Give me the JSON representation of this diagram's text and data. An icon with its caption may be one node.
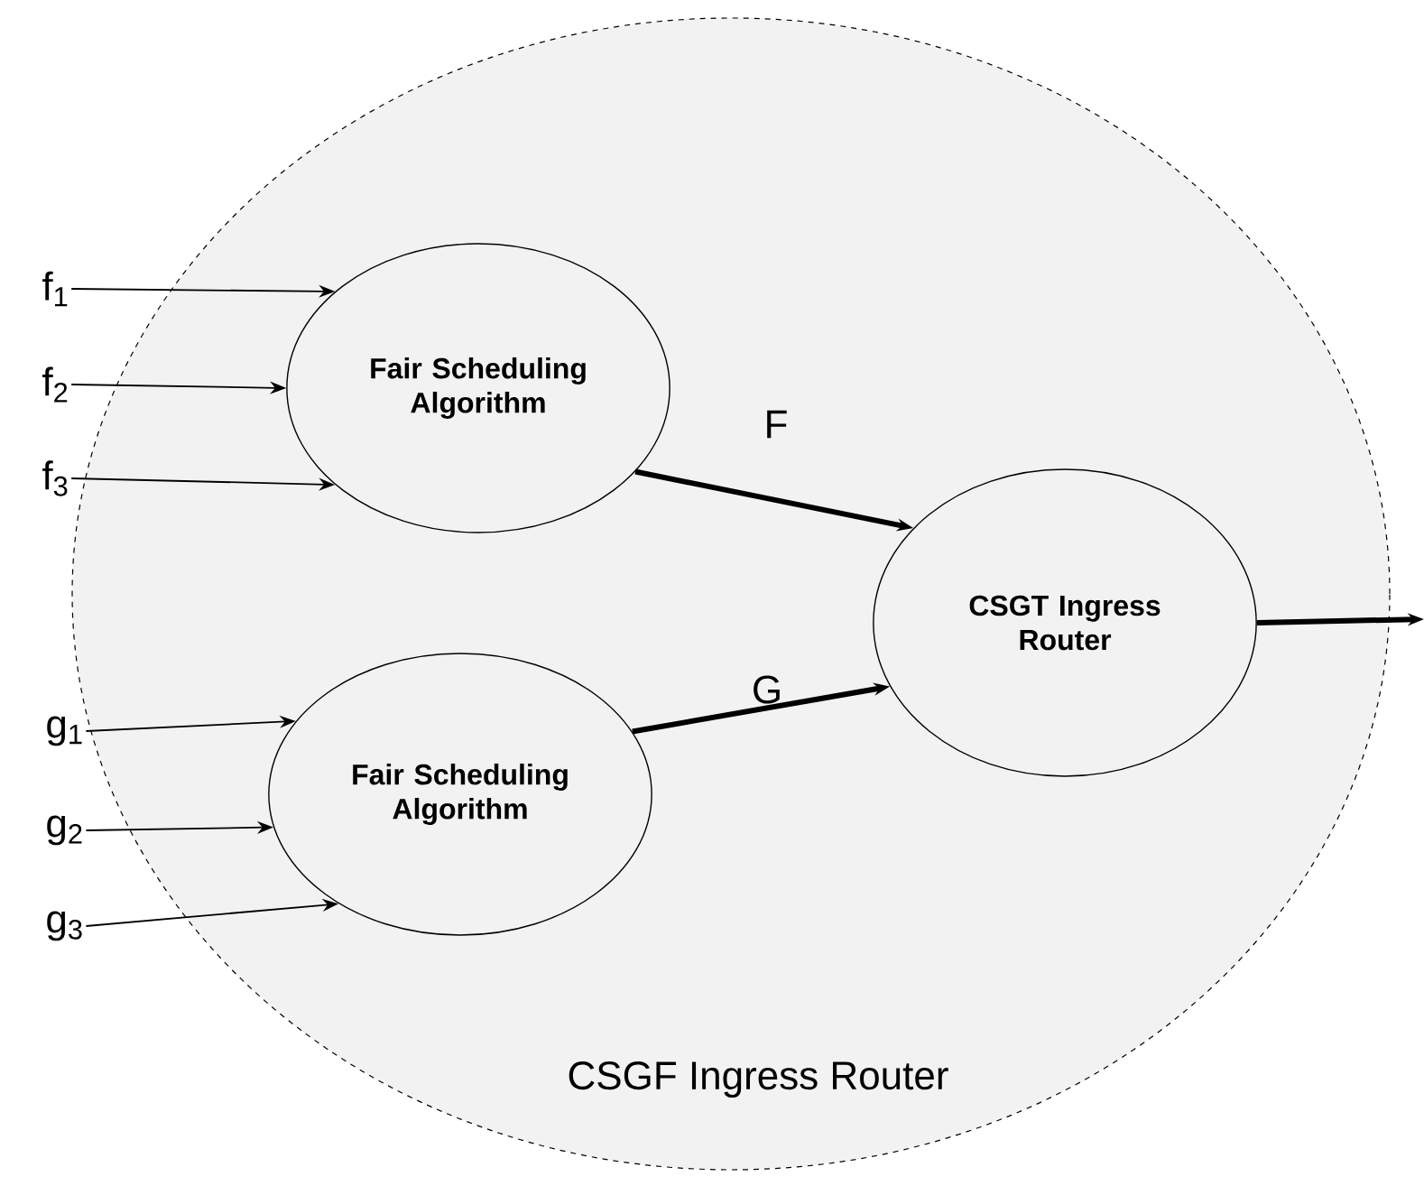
{
  "diagram": {
    "nodes": [
      {
        "text": [
          "CSGF Ingress Router"
        ]
      },
      {
        "text": [
          "Fair Scheduling Algorithm"
        ],
        "in": 0
      },
      {
        "text": [
          "CSGT Ingress Router"
        ],
        "in": 0
      },
      {
        "text": [
          "Fair Scheduling Algorithm"
        ],
        "in": 0
      },
      {
        "text": [
          "f$_{1}$"
        ]
      },
      {
        "text": [
          "f$_{2}$"
        ]
      },
      {
        "text": [
          "f$_{3}$"
        ]
      },
      {
        "text": [
          "g$_{1}$"
        ]
      },
      {
        "text": [
          "g$_{2}$"
        ]
      },
      {
        "text": [
          "g$_{3}$"
        ]
      }
    ],
    "edges": [
      {
        "from": 4,
        "to": 1,
        "arrow": "to"
      },
      {
        "from": 5,
        "to": 1,
        "arrow": "to"
      },
      {
        "from": 6,
        "to": 1,
        "arrow": "to"
      },
      {
        "from": 7,
        "to": 3,
        "arrow": "to"
      },
      {
        "from": 8,
        "to": 3,
        "arrow": "to"
      },
      {
        "from": 9,
        "to": 3,
        "arrow": "to"
      },
      {
        "from": 1,
        "to": 2,
        "arrow": "to",
        "label": "F",
        "style": "thick"
      },
      {
        "from": 3,
        "to": 2,
        "arrow": "to",
        "label": "G",
        "style": "thick"
      },
      {
        "from": 2,
        "to": null,
        "arrow": "to",
        "style": "thick"
      }
    ]
  }
}
